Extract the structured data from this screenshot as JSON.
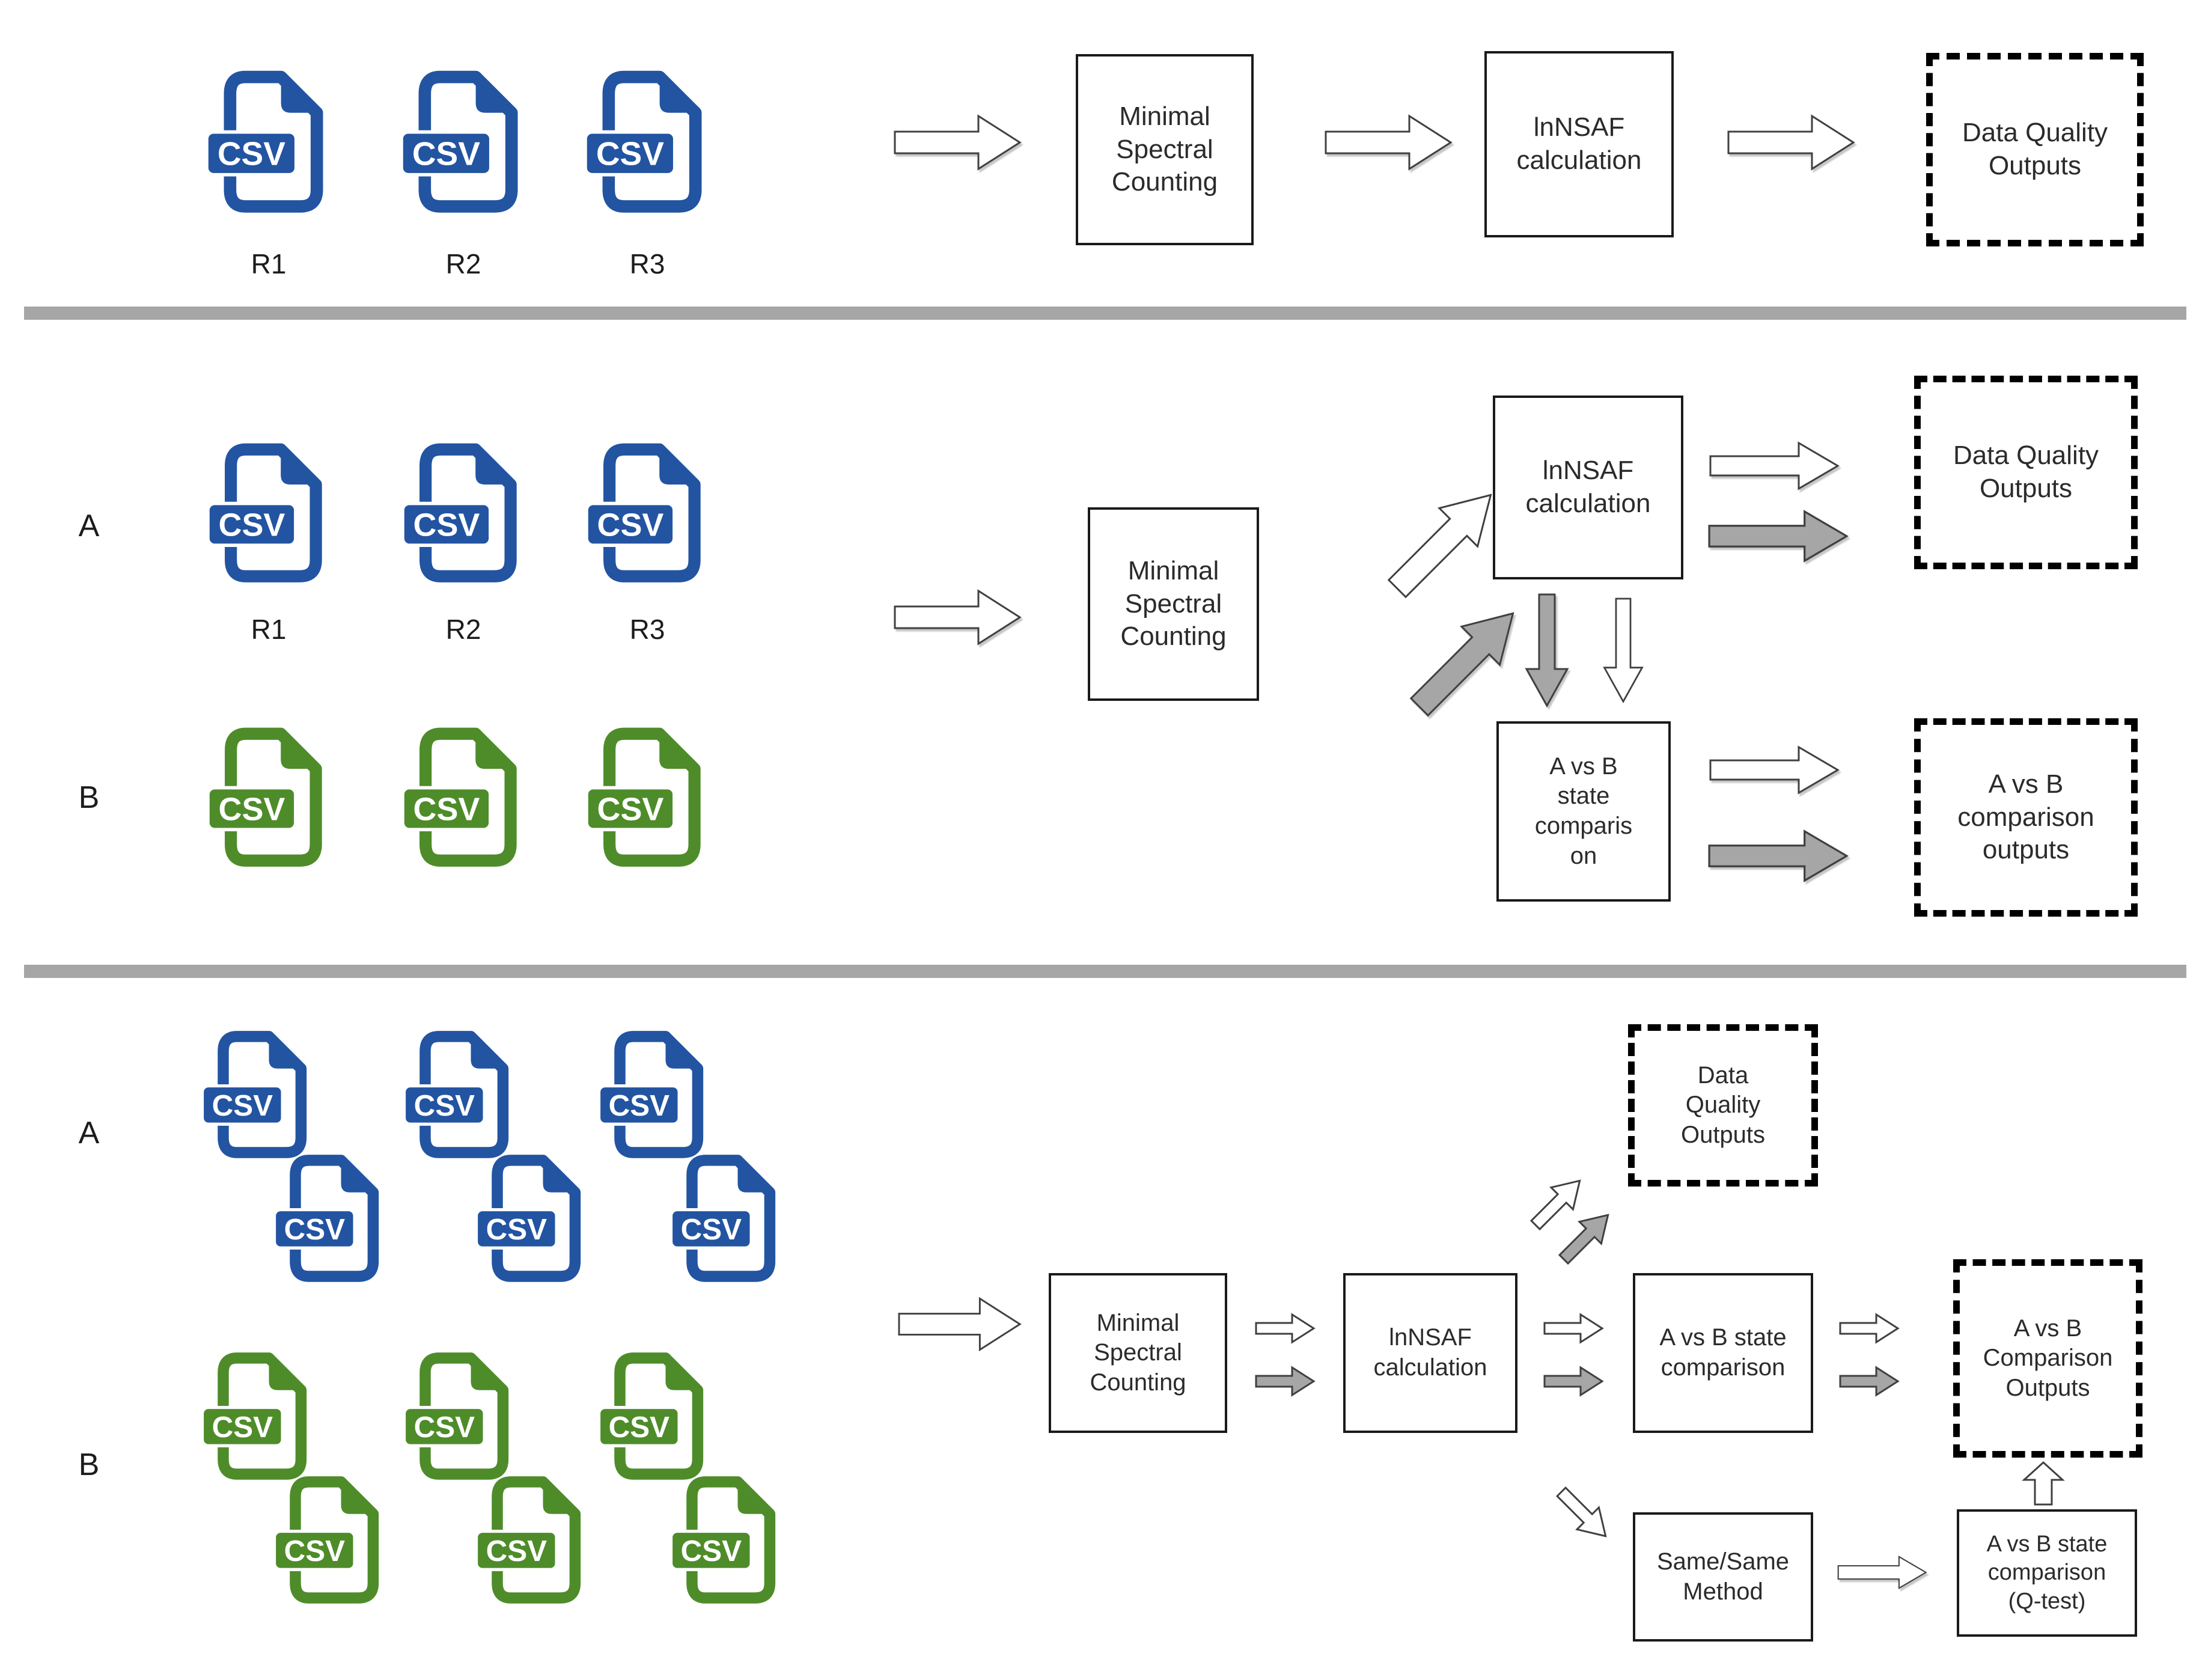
{
  "colors": {
    "blue": "#2254a1",
    "green": "#4e8c2a",
    "divider_gray": "#a6a6a6",
    "arrow_gray_fill": "#a6a6a6",
    "arrow_outline": "#404040",
    "dashed_border": "#000000"
  },
  "icons": {
    "csv_label": "CSV"
  },
  "row1": {
    "file_labels": [
      "R1",
      "R2",
      "R3"
    ],
    "minimal_box": "Minimal\nSpectral\nCounting",
    "lnnsaf_box": "lnNSAF\ncalculation",
    "dq_box": "Data Quality\nOutputs"
  },
  "row2": {
    "group_a": "A",
    "group_b": "B",
    "file_labels": [
      "R1",
      "R2",
      "R3"
    ],
    "minimal_box": "Minimal\nSpectral\nCounting",
    "lnnsaf_box": "lnNSAF\ncalculation",
    "dq_box": "Data Quality\nOutputs",
    "avsb_state_box": "A vs B\nstate\ncomparis\non",
    "avsb_out_box": "A vs B\ncomparison\noutputs"
  },
  "row3": {
    "group_a": "A",
    "group_b": "B",
    "minimal_box": "Minimal\nSpectral\nCounting",
    "lnnsaf_box": "lnNSAF\ncalculation",
    "dq_box": "Data\nQuality\nOutputs",
    "avsb_state_box": "A vs B state\ncomparison",
    "avsb_out_box": "A vs B\nComparison\nOutputs",
    "samesame_box": "Same/Same\nMethod",
    "qtest_box": "A vs B state\ncomparison\n(Q-test)"
  }
}
